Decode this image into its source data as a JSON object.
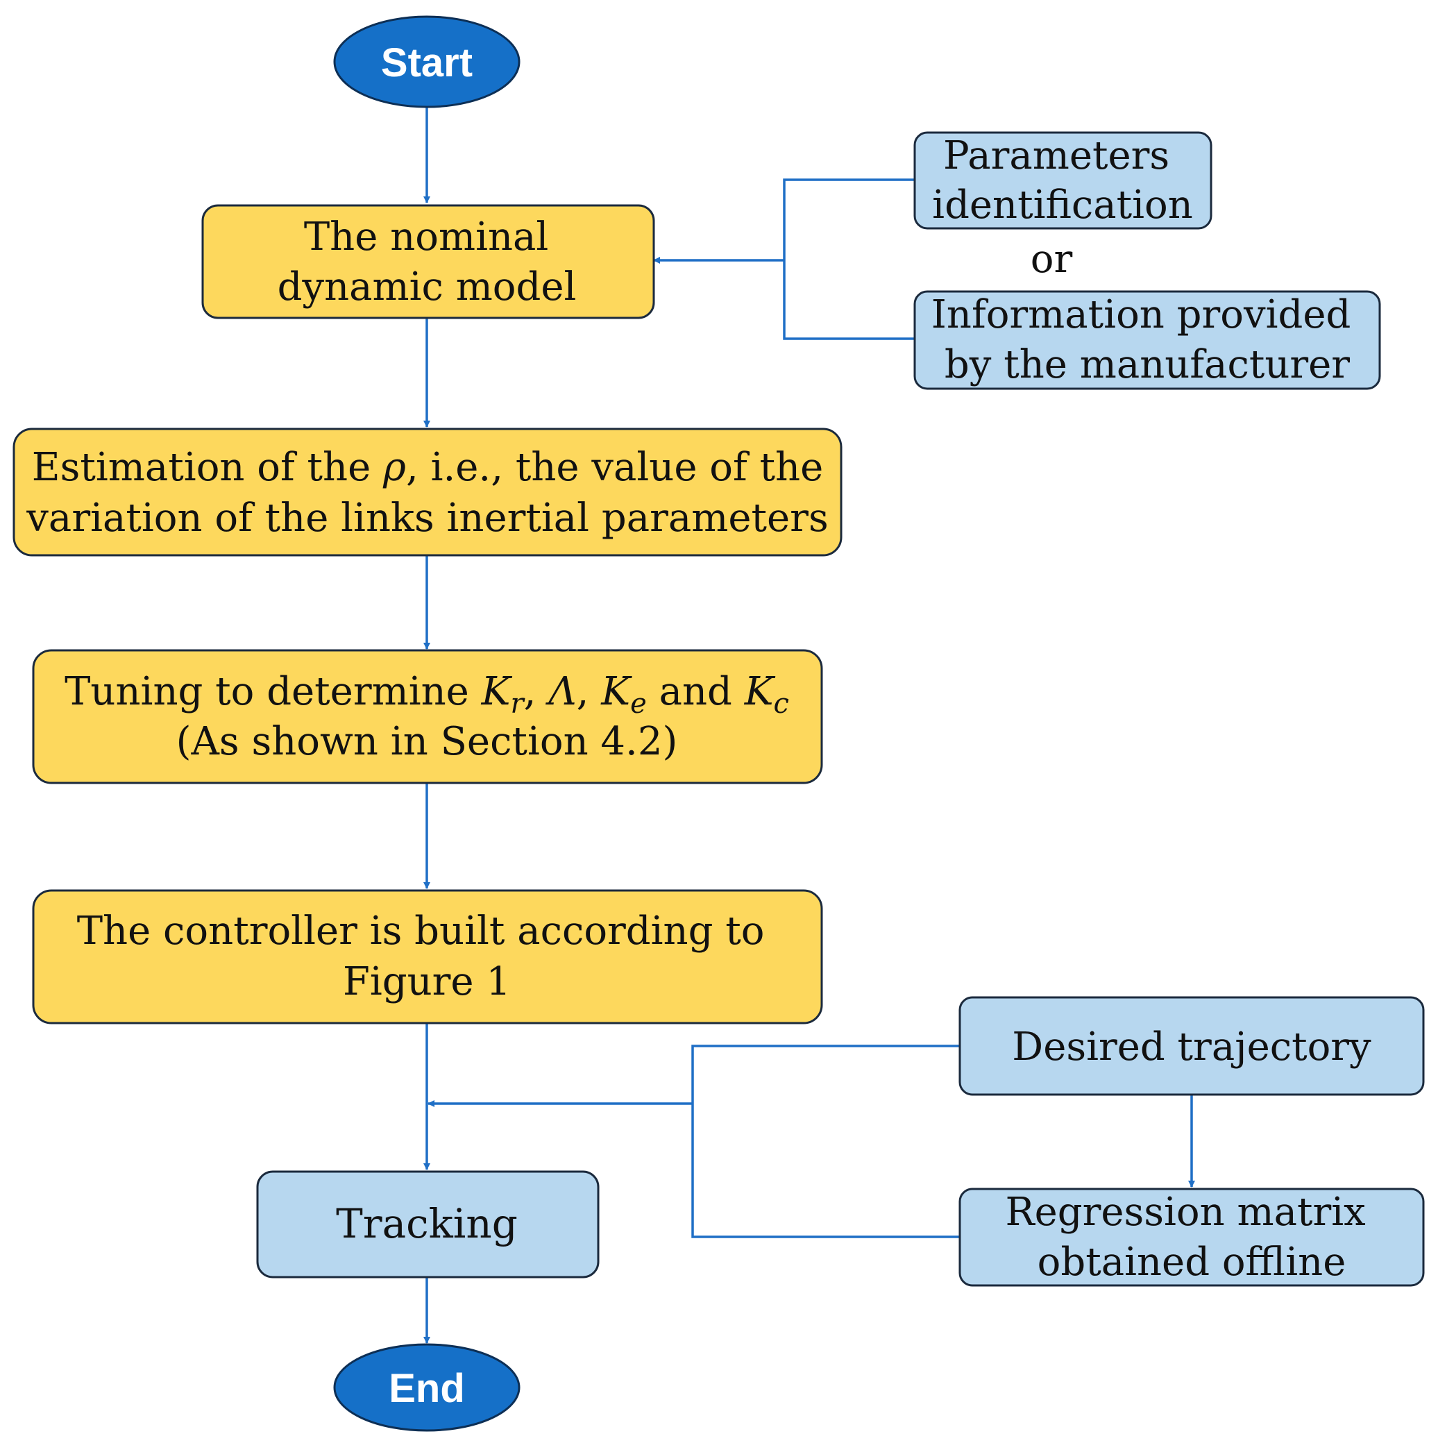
{
  "start": "Start",
  "end": "End",
  "nominal_model": {
    "line1": "The nominal",
    "line2": "dynamic model"
  },
  "params_identification": {
    "line1": "Parameters",
    "line2": "identification"
  },
  "or_label": "or",
  "manufacturer_info": {
    "line1": "Information provided",
    "line2": "by the manufacturer"
  },
  "estimation": {
    "line1_a": "Estimation of the ",
    "line1_rho": "ρ",
    "line1_b": ", i.e., the value of the",
    "line2": "variation of the links inertial parameters"
  },
  "tuning": {
    "prefix": "Tuning to determine ",
    "k1": "K",
    "k1_sub": "r",
    "sep1": ", ",
    "lambda": "Λ",
    "sep2": ", ",
    "k2": "K",
    "k2_sub": "e",
    "and": " and ",
    "k3": "K",
    "k3_sub": "c",
    "line2": "(As shown in Section 4.2)"
  },
  "controller": {
    "line1": "The controller is built according to",
    "line2": "Figure 1"
  },
  "desired_trajectory": "Desired trajectory",
  "regression": {
    "line1": "Regression matrix",
    "line2": "obtained offline"
  },
  "tracking": "Tracking",
  "colors": {
    "process_fill": "#fdd85d",
    "auxiliary_fill": "#b7d7ef",
    "terminal_fill": "#1570c8",
    "connector": "#1f6fc6"
  }
}
